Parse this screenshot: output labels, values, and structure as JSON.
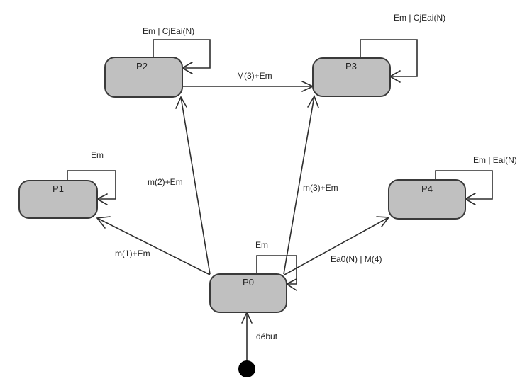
{
  "diagram": {
    "type": "state-machine",
    "colors": {
      "state_fill": "#c0c0c0",
      "state_stroke": "#3a3a3a",
      "edge": "#2e2e2e",
      "initial_node": "#000000",
      "background": "#ffffff"
    },
    "states": [
      {
        "id": "P0",
        "label": "P0"
      },
      {
        "id": "P1",
        "label": "P1"
      },
      {
        "id": "P2",
        "label": "P2"
      },
      {
        "id": "P3",
        "label": "P3"
      },
      {
        "id": "P4",
        "label": "P4"
      }
    ],
    "initial": {
      "target": "P0",
      "label": "début"
    },
    "transitions": [
      {
        "from": "P0",
        "to": "P1",
        "label": "m(1)+Em"
      },
      {
        "from": "P0",
        "to": "P2",
        "label": "m(2)+Em"
      },
      {
        "from": "P0",
        "to": "P3",
        "label": "m(3)+Em"
      },
      {
        "from": "P0",
        "to": "P4",
        "label": "Ea0(N) | M(4)"
      },
      {
        "from": "P2",
        "to": "P3",
        "label": "M(3)+Em"
      },
      {
        "from": "P0",
        "to": "P0",
        "label": "Em"
      },
      {
        "from": "P1",
        "to": "P1",
        "label": "Em"
      },
      {
        "from": "P2",
        "to": "P2",
        "label": "Em | CjEai(N)"
      },
      {
        "from": "P3",
        "to": "P3",
        "label": "Em | CjEai(N)"
      },
      {
        "from": "P4",
        "to": "P4",
        "label": "Em | Eai(N)"
      }
    ]
  }
}
